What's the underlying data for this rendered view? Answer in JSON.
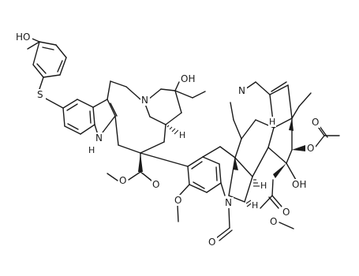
{
  "molecule": {
    "atom_labels": [
      {
        "id": "o1",
        "text": "HO"
      },
      {
        "id": "s1",
        "text": "S"
      },
      {
        "id": "o2",
        "text": "OH"
      },
      {
        "id": "n1",
        "text": "N"
      },
      {
        "id": "h1",
        "text": "H"
      },
      {
        "id": "nh1",
        "text": "N"
      },
      {
        "id": "nh2",
        "text": "H"
      },
      {
        "id": "o3",
        "text": "O"
      },
      {
        "id": "o4",
        "text": "O"
      },
      {
        "id": "o5",
        "text": "O"
      },
      {
        "id": "n2",
        "text": "N"
      },
      {
        "id": "o6",
        "text": "O"
      },
      {
        "id": "o7",
        "text": "O"
      },
      {
        "id": "o8",
        "text": "OH"
      },
      {
        "id": "o9",
        "text": "O"
      },
      {
        "id": "o10",
        "text": "O"
      },
      {
        "id": "h2",
        "text": "H"
      },
      {
        "id": "h3",
        "text": "H"
      },
      {
        "id": "n3",
        "text": "N"
      },
      {
        "id": "o11",
        "text": "O"
      },
      {
        "id": "h4",
        "text": "H"
      }
    ]
  }
}
